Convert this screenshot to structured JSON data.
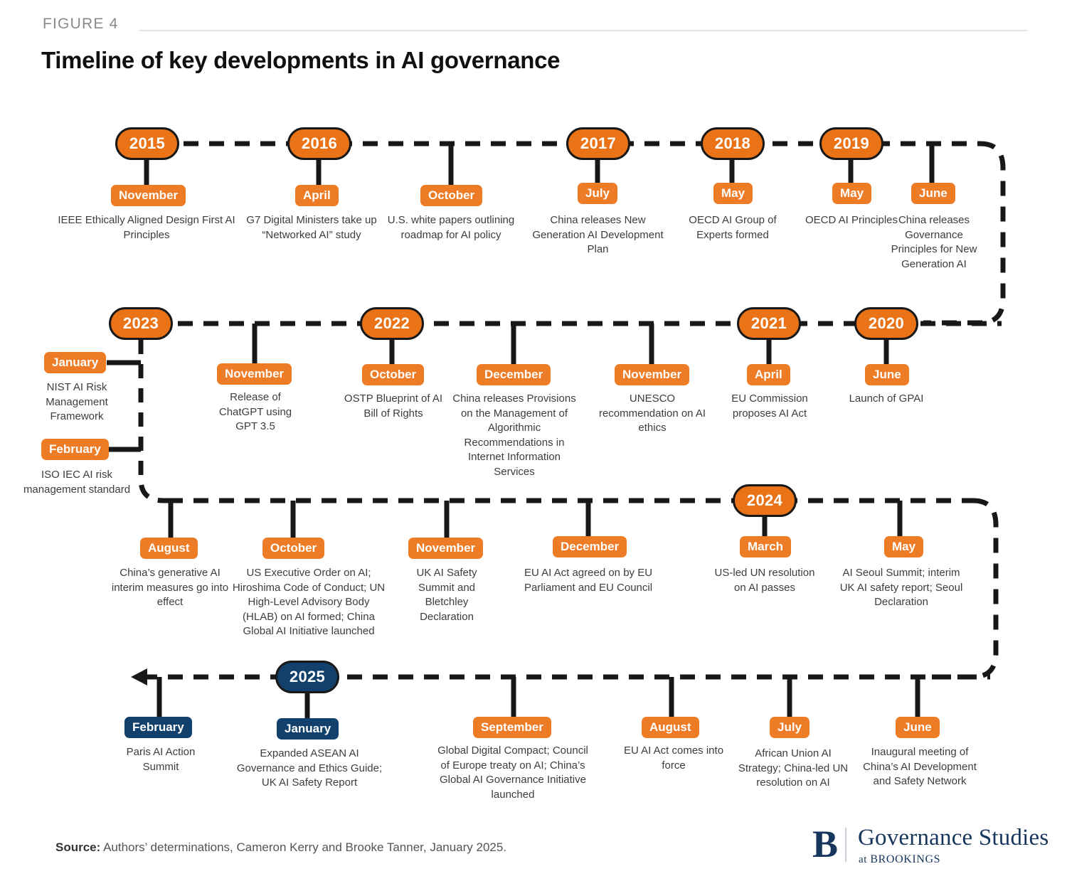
{
  "header": {
    "figure_label": "FIGURE 4",
    "title": "Timeline of key developments in AI governance"
  },
  "colors": {
    "orange": "#EA7317",
    "orange_light": "#EE7B25",
    "navy": "#10406B",
    "line": "#181818",
    "text": "#3d3d3d",
    "rule": "#e3e3e3"
  },
  "chart_data": {
    "type": "timeline",
    "title": "Timeline of key developments in AI governance",
    "direction": "serpentine: row1 left-to-right (2015-2019), row2 right-to-left (2020-2023), row3 left-to-right (2023-2024), row4 right-to-left (2024-2025)",
    "rows": [
      {
        "row": 1,
        "years": [
          "2015",
          "2016",
          "2017",
          "2018",
          "2019"
        ],
        "events": [
          {
            "month": "November",
            "year": "2015",
            "text": "IEEE Ethically Aligned Design First AI Principles"
          },
          {
            "month": "April",
            "year": "2016",
            "text": "G7 Digital Ministers take up “Networked AI” study"
          },
          {
            "month": "October",
            "year": "2016",
            "text": "U.S. white papers outlining roadmap for AI policy"
          },
          {
            "month": "July",
            "year": "2017",
            "text": "China releases New Generation AI Development Plan"
          },
          {
            "month": "May",
            "year": "2018",
            "text": "OECD AI Group of Experts formed"
          },
          {
            "month": "May",
            "year": "2019",
            "text": "OECD AI Principles"
          },
          {
            "month": "June",
            "year": "2019",
            "text": "China releases Governance Principles for New Generation AI"
          }
        ]
      },
      {
        "row": 2,
        "years": [
          "2023",
          "2022",
          "2021",
          "2020"
        ],
        "events": [
          {
            "month": "January",
            "year": "2023",
            "text": "NIST AI Risk Management Framework"
          },
          {
            "month": "February",
            "year": "2023",
            "text": "ISO IEC AI risk management standard"
          },
          {
            "month": "November",
            "year": "2022",
            "text": "Release of ChatGPT using GPT 3.5"
          },
          {
            "month": "October",
            "year": "2022",
            "text": "OSTP Blueprint of AI Bill of Rights"
          },
          {
            "month": "December",
            "year": "2021",
            "text": "China releases Provisions on the Management of Algorithmic Recommendations in Internet Information Services"
          },
          {
            "month": "November",
            "year": "2021",
            "text": "UNESCO recommendation on AI ethics"
          },
          {
            "month": "April",
            "year": "2021",
            "text": "EU Commission proposes AI Act"
          },
          {
            "month": "June",
            "year": "2020",
            "text": "Launch of GPAI"
          }
        ]
      },
      {
        "row": 3,
        "years": [
          "2024"
        ],
        "events": [
          {
            "month": "August",
            "year": "2023",
            "text": "China’s generative AI interim measures go into effect"
          },
          {
            "month": "October",
            "year": "2023",
            "text": "US Executive Order on AI; Hiroshima Code of Conduct; UN High-Level Advisory Body (HLAB) on AI formed; China Global AI Initiative launched"
          },
          {
            "month": "November",
            "year": "2023",
            "text": "UK AI Safety Summit and Bletchley Declaration"
          },
          {
            "month": "December",
            "year": "2023",
            "text": "EU AI Act agreed on by EU Parliament and EU Council"
          },
          {
            "month": "March",
            "year": "2024",
            "text": "US-led UN resolution on AI passes"
          },
          {
            "month": "May",
            "year": "2024",
            "text": "AI Seoul Summit; interim UK AI safety report; Seoul Declaration"
          }
        ]
      },
      {
        "row": 4,
        "years": [
          "2025"
        ],
        "events": [
          {
            "month": "February",
            "year": "2025",
            "text": "Paris AI Action Summit"
          },
          {
            "month": "January",
            "year": "2025",
            "text": "Expanded ASEAN AI Governance and Ethics Guide; UK AI Safety Report"
          },
          {
            "month": "September",
            "year": "2024",
            "text": "Global Digital Compact; Council of Europe treaty on AI; China’s Global AI Governance Initiative launched"
          },
          {
            "month": "August",
            "year": "2024",
            "text": "EU AI Act comes into force"
          },
          {
            "month": "July",
            "year": "2024",
            "text": "African Union AI Strategy; China-led UN resolution on AI"
          },
          {
            "month": "June",
            "year": "2024",
            "text": "Inaugural meeting of China’s AI Development and Safety Network"
          }
        ]
      }
    ]
  },
  "nodes": {
    "y2015": "2015",
    "y2016": "2016",
    "y2017": "2017",
    "y2018": "2018",
    "y2019": "2019",
    "y2020": "2020",
    "y2021": "2021",
    "y2022": "2022",
    "y2023": "2023",
    "y2024": "2024",
    "y2025": "2025"
  },
  "r1": {
    "m1": "November",
    "t1": "IEEE Ethically Aligned Design First AI Principles",
    "m2": "April",
    "t2": "G7 Digital Ministers take up “Networked AI” study",
    "m3": "October",
    "t3": "U.S. white papers outlining roadmap for AI policy",
    "m4": "July",
    "t4": "China releases New Generation AI Development Plan",
    "m5": "May",
    "t5": "OECD AI Group of Experts formed",
    "m6": "May",
    "t6": "OECD AI Principles",
    "m7": "June",
    "t7": "China releases Governance Principles for New Generation AI"
  },
  "r2": {
    "m1": "January",
    "t1": "NIST AI Risk Management Framework",
    "m2": "February",
    "t2": "ISO IEC AI risk management standard",
    "m3": "November",
    "t3": "Release of ChatGPT using GPT 3.5",
    "m4": "October",
    "t4": "OSTP Blueprint of AI Bill of Rights",
    "m5": "December",
    "t5": "China releases Provisions on the Management of Algorithmic Recommendations in Internet Information Services",
    "m6": "November",
    "t6": "UNESCO recommendation on AI ethics",
    "m7": "April",
    "t7": "EU Commission proposes AI Act",
    "m8": "June",
    "t8": "Launch of GPAI"
  },
  "r3": {
    "m1": "August",
    "t1": "China’s generative AI interim measures go into effect",
    "m2": "October",
    "t2": "US Executive Order on AI; Hiroshima Code of Conduct; UN High-Level Advisory Body (HLAB) on AI formed; China Global AI Initiative launched",
    "m3": "November",
    "t3": "UK AI Safety Summit and Bletchley Declaration",
    "m4": "December",
    "t4": "EU AI Act agreed on by EU Parliament and EU Council",
    "m5": "March",
    "t5": "US-led UN resolution on AI passes",
    "m6": "May",
    "t6": "AI Seoul Summit; interim UK AI safety report; Seoul Declaration"
  },
  "r4": {
    "m1": "February",
    "t1": "Paris AI Action Summit",
    "m2": "January",
    "t2": "Expanded ASEAN AI Governance and Ethics Guide; UK AI Safety Report",
    "m3": "September",
    "t3": "Global Digital Compact; Council of Europe treaty on AI; China’s Global AI Governance Initiative launched",
    "m4": "August",
    "t4": "EU AI Act comes into force",
    "m5": "July",
    "t5": "African Union AI Strategy; China-led UN resolution on AI",
    "m6": "June",
    "t6": "Inaugural meeting of China’s AI Development and Safety Network"
  },
  "footer": {
    "source_label": "Source:",
    "source_text": " Authors’ determinations, Cameron Kerry and Brooke Tanner, January 2025.",
    "logo_b": "B",
    "logo_main": "Governance Studies",
    "logo_sub_at": "at ",
    "logo_sub_name": "BROOKINGS"
  }
}
